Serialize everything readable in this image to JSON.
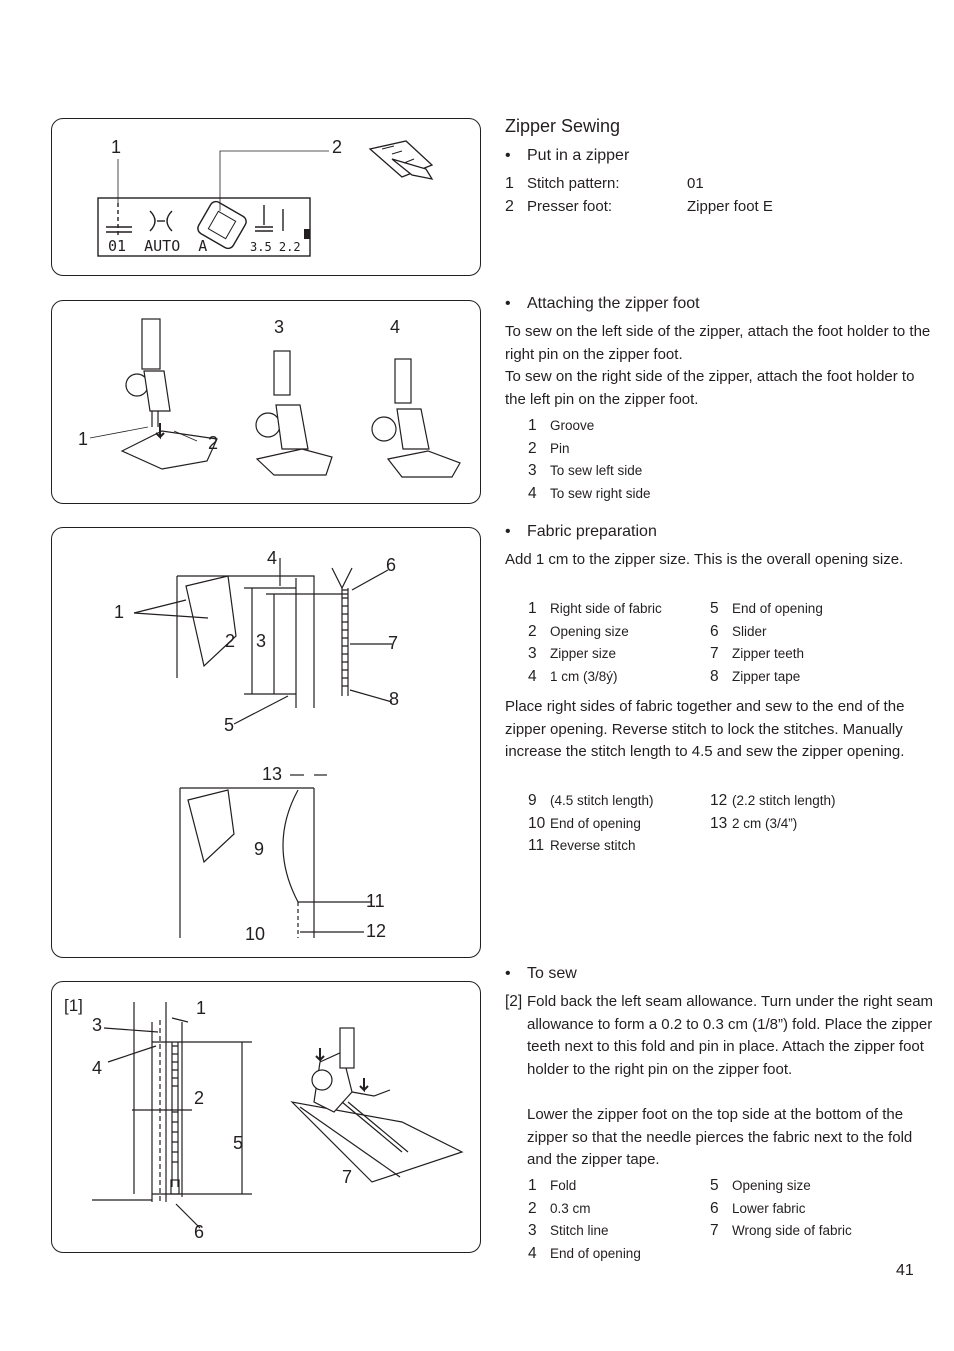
{
  "title": "Zipper Sewing",
  "page_number": "41",
  "put_in_zipper": {
    "heading": "Put in a zipper",
    "specs": [
      {
        "n": "1",
        "label": "Stitch pattern:",
        "value": "01"
      },
      {
        "n": "2",
        "label": "Presser foot:",
        "value": "Zipper foot E"
      }
    ]
  },
  "attaching": {
    "heading": "Attaching the zipper foot",
    "text1": "To sew on the left side of the zipper, attach the foot holder to the right pin on the zipper foot.",
    "text2": "To sew on the right side of the zipper, attach the foot holder to the left pin on the zipper foot.",
    "items": [
      {
        "n": "1",
        "t": "Groove"
      },
      {
        "n": "2",
        "t": "Pin"
      },
      {
        "n": "3",
        "t": "To sew left side"
      },
      {
        "n": "4",
        "t": "To sew right side"
      }
    ]
  },
  "fabric": {
    "heading": "Fabric preparation",
    "text1": "Add 1 cm to the zipper size. This is the overall opening size.",
    "items_left": [
      {
        "n": "1",
        "t": "Right side of fabric"
      },
      {
        "n": "2",
        "t": "Opening size"
      },
      {
        "n": "3",
        "t": "Zipper size"
      },
      {
        "n": "4",
        "t": "1 cm (3/8ý)"
      }
    ],
    "items_right": [
      {
        "n": "5",
        "t": "End of opening"
      },
      {
        "n": "6",
        "t": "Slider"
      },
      {
        "n": "7",
        "t": "Zipper teeth"
      },
      {
        "n": "8",
        "t": "Zipper tape"
      }
    ],
    "text2": "Place right sides of fabric together and sew to the end of the zipper opening. Reverse stitch to lock the stitches. Manually increase the stitch length to 4.5 and sew the zipper opening.",
    "items2_left": [
      {
        "n": "9",
        "t": "(4.5 stitch length)"
      },
      {
        "n": "10",
        "t": "End of opening"
      },
      {
        "n": "11",
        "t": "Reverse stitch"
      }
    ],
    "items2_right": [
      {
        "n": "12",
        "t": "(2.2 stitch length)"
      },
      {
        "n": "13",
        "t": "2 cm (3/4”)"
      }
    ]
  },
  "to_sew": {
    "heading": "To sew",
    "step_label": "[2]",
    "text1": "Fold back the left seam allowance. Turn under the right seam allowance to form a 0.2 to 0.3 cm (1/8”) fold. Place the zipper teeth next to this fold and pin in place. Attach the zipper foot holder to the right pin on the zipper foot.",
    "text2": "Lower the zipper foot on the top side at the bottom of the zipper so that the needle pierces the fabric next to the fold and the zipper tape.",
    "items_left": [
      {
        "n": "1",
        "t": "Fold"
      },
      {
        "n": "2",
        "t": "0.3 cm"
      },
      {
        "n": "3",
        "t": "Stitch line"
      },
      {
        "n": "4",
        "t": "End of opening"
      }
    ],
    "items_right": [
      {
        "n": "5",
        "t": "Opening size"
      },
      {
        "n": "6",
        "t": "Lower fabric"
      },
      {
        "n": "7",
        "t": "Wrong side of fabric"
      }
    ]
  },
  "fig1": {
    "callouts": [
      "1",
      "2"
    ],
    "lcd_bottom": "01  AUTO  A",
    "lcd_values": "3.5 2.2"
  },
  "fig2": {
    "callouts": [
      "1",
      "2",
      "3",
      "4"
    ]
  },
  "fig3": {
    "callouts": [
      "1",
      "2",
      "3",
      "4",
      "5",
      "6",
      "7",
      "8",
      "9",
      "10",
      "11",
      "12",
      "13"
    ]
  },
  "fig4": {
    "step_label": "[1]",
    "callouts": [
      "1",
      "2",
      "3",
      "4",
      "5",
      "6",
      "7"
    ]
  }
}
